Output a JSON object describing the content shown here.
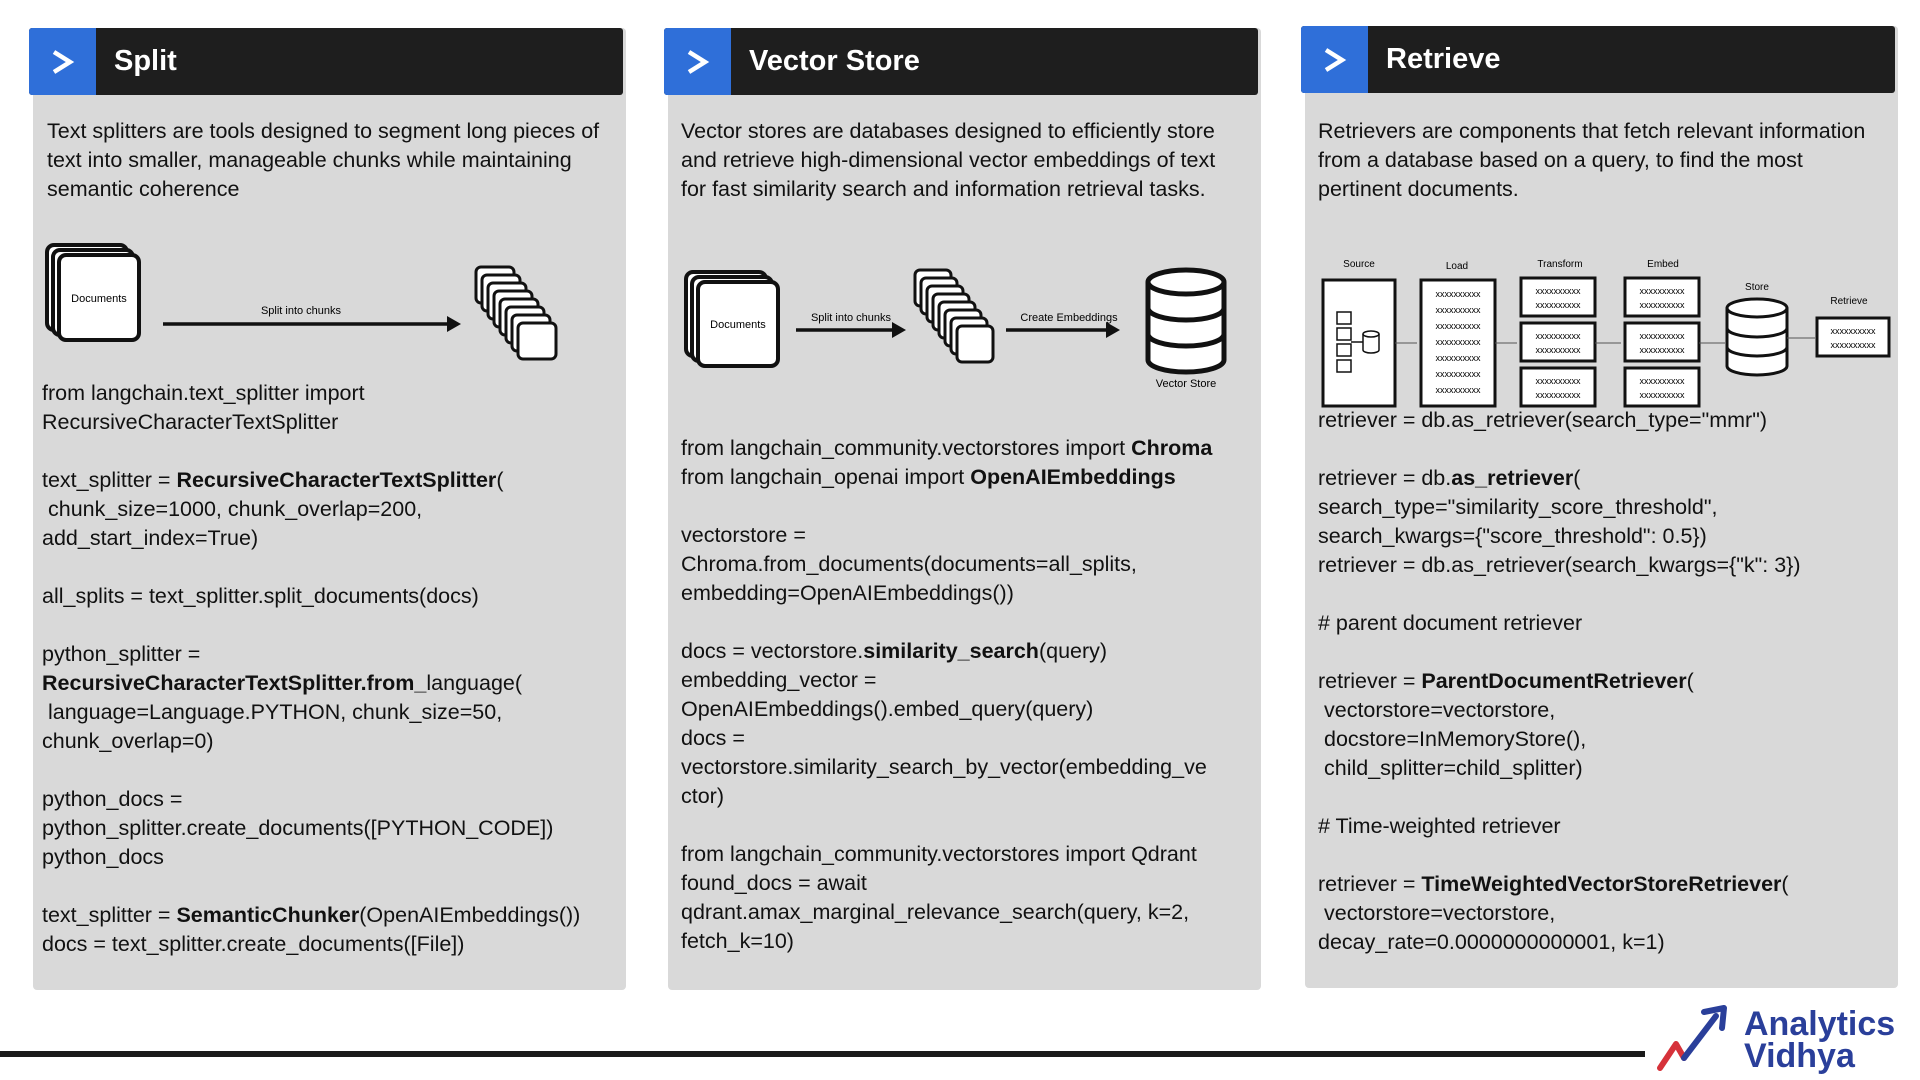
{
  "panels": [
    {
      "title": "Split",
      "intro": "Text splitters are tools designed to segment long pieces of text into smaller, manageable chunks while maintaining semantic coherence",
      "diagram": {
        "doc_label": "Documents",
        "arrow_label": "Split into chunks"
      },
      "code_lines": [
        [
          {
            "t": "from langchain.text_splitter import"
          }
        ],
        [
          {
            "t": "RecursiveCharacterTextSplitter"
          }
        ],
        [],
        [
          {
            "t": "text_splitter = "
          },
          {
            "t": "RecursiveCharacterTextSplitter",
            "b": true
          },
          {
            "t": "("
          }
        ],
        [
          {
            "t": " chunk_size=1000, chunk_overlap=200,"
          }
        ],
        [
          {
            "t": "add_start_index=True)"
          }
        ],
        [],
        [
          {
            "t": "all_splits = text_splitter.split_documents(docs)"
          }
        ],
        [],
        [
          {
            "t": "python_splitter ="
          }
        ],
        [
          {
            "t": "RecursiveCharacterTextSplitter.from_",
            "b": true
          },
          {
            "t": "language("
          }
        ],
        [
          {
            "t": " language=Language.PYTHON, chunk_size=50,"
          }
        ],
        [
          {
            "t": "chunk_overlap=0)"
          }
        ],
        [],
        [
          {
            "t": "python_docs ="
          }
        ],
        [
          {
            "t": "python_splitter.create_documents([PYTHON_CODE])"
          }
        ],
        [
          {
            "t": "python_docs"
          }
        ],
        [],
        [
          {
            "t": "text_splitter = "
          },
          {
            "t": "SemanticChunker",
            "b": true
          },
          {
            "t": "(OpenAIEmbeddings())"
          }
        ],
        [
          {
            "t": "docs = text_splitter.create_documents([File])"
          }
        ]
      ]
    },
    {
      "title": "Vector Store",
      "intro": "Vector stores are databases designed to efficiently store and retrieve high-dimensional vector embeddings of text for fast similarity search and information retrieval tasks.",
      "diagram": {
        "doc_label": "Documents",
        "arrow1_label": "Split into chunks",
        "arrow2_label": "Create Embeddings",
        "store_label": "Vector Store"
      },
      "code_lines": [
        [
          {
            "t": "from langchain_community.vectorstores import "
          },
          {
            "t": "Chroma",
            "b": true
          }
        ],
        [
          {
            "t": "from langchain_openai import "
          },
          {
            "t": "OpenAIEmbeddings",
            "b": true
          }
        ],
        [],
        [
          {
            "t": "vectorstore ="
          }
        ],
        [
          {
            "t": "Chroma.from_documents(documents=all_splits,"
          }
        ],
        [
          {
            "t": "embedding=OpenAIEmbeddings())"
          }
        ],
        [],
        [
          {
            "t": "docs = vectorstore."
          },
          {
            "t": "similarity_search",
            "b": true
          },
          {
            "t": "(query)"
          }
        ],
        [
          {
            "t": "embedding_vector ="
          }
        ],
        [
          {
            "t": "OpenAIEmbeddings().embed_query(query)"
          }
        ],
        [
          {
            "t": "docs ="
          }
        ],
        [
          {
            "t": "vectorstore.similarity_search_by_vector(embedding_ve"
          }
        ],
        [
          {
            "t": "ctor)"
          }
        ],
        [],
        [
          {
            "t": "from langchain_community.vectorstores import Qdrant"
          }
        ],
        [
          {
            "t": "found_docs = await"
          }
        ],
        [
          {
            "t": "qdrant.amax_marginal_relevance_search(query, k=2,"
          }
        ],
        [
          {
            "t": "fetch_k=10)"
          }
        ]
      ]
    },
    {
      "title": "Retrieve",
      "intro": "Retrievers are components that fetch relevant information from a database based on a query, to find the most pertinent documents.",
      "diagram": {
        "labels": [
          "Source",
          "Load",
          "Transform",
          "Embed",
          "Store",
          "Retrieve"
        ],
        "filler": "xxxxxxxxxx"
      },
      "code_lines": [
        [
          {
            "t": "retriever = db.as_retriever(search_type=\"mmr\")"
          }
        ],
        [],
        [
          {
            "t": "retriever = db."
          },
          {
            "t": "as_retriever",
            "b": true
          },
          {
            "t": "("
          }
        ],
        [
          {
            "t": "search_type=\"similarity_score_threshold\","
          }
        ],
        [
          {
            "t": "search_kwargs={\"score_threshold\": 0.5})"
          }
        ],
        [
          {
            "t": "retriever = db.as_retriever(search_kwargs={\"k\": 3})"
          }
        ],
        [],
        [
          {
            "t": "# parent document retriever"
          }
        ],
        [],
        [
          {
            "t": "retriever = "
          },
          {
            "t": "ParentDocumentRetriever",
            "b": true
          },
          {
            "t": "("
          }
        ],
        [
          {
            "t": " vectorstore=vectorstore,"
          }
        ],
        [
          {
            "t": " docstore=InMemoryStore(),"
          }
        ],
        [
          {
            "t": " child_splitter=child_splitter)"
          }
        ],
        [],
        [
          {
            "t": "# Time-weighted retriever"
          }
        ],
        [],
        [
          {
            "t": "retriever = "
          },
          {
            "t": "TimeWeightedVectorStoreRetriever",
            "b": true
          },
          {
            "t": "("
          }
        ],
        [
          {
            "t": " vectorstore=vectorstore,"
          }
        ],
        [
          {
            "t": "decay_rate=0.0000000000001, k=1)"
          }
        ]
      ]
    }
  ],
  "logo": {
    "line1": "Analytics",
    "line2": "Vidhya"
  },
  "colors": {
    "accent": "#2f6fd9",
    "header": "#1e1e1e",
    "panel": "#d9d9d9",
    "brand": "#2a3f9a",
    "brand_red": "#d6323a"
  }
}
